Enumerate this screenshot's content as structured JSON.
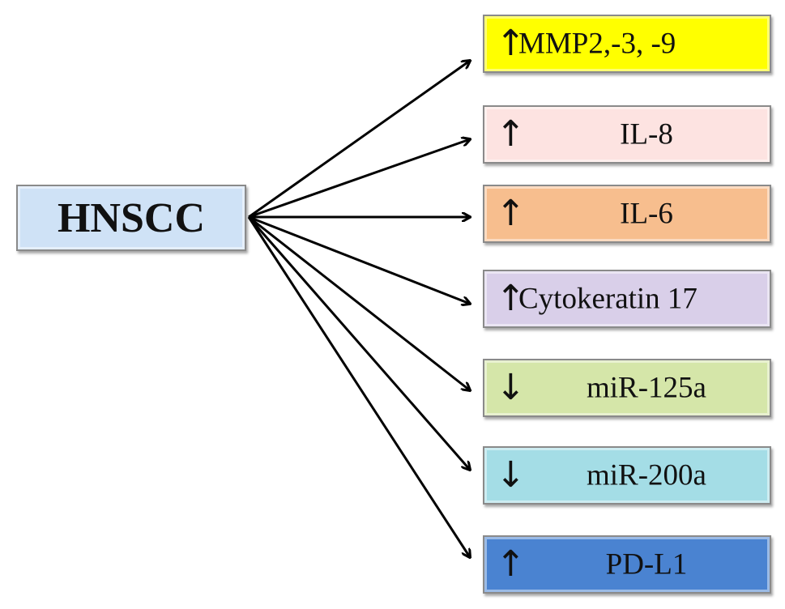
{
  "source": {
    "label": "HNSCC",
    "color": "#cfe2f6"
  },
  "targets": [
    {
      "label": "MMP2,-3, -9",
      "direction": "up",
      "color": "#ffff00"
    },
    {
      "label": "IL-8",
      "direction": "up",
      "color": "#fde3e1"
    },
    {
      "label": "IL-6",
      "direction": "up",
      "color": "#f7be8e"
    },
    {
      "label": "Cytokeratin 17",
      "direction": "up",
      "color": "#d9cfe9"
    },
    {
      "label": "miR-125a",
      "direction": "down",
      "color": "#d5e6a9"
    },
    {
      "label": "miR-200a",
      "direction": "down",
      "color": "#a4dde6"
    },
    {
      "label": "PD-L1",
      "direction": "up",
      "color": "#4a83d1"
    }
  ],
  "icons": {
    "up": "arrow-up-icon",
    "down": "arrow-down-icon"
  },
  "arrow_color": "#000000"
}
